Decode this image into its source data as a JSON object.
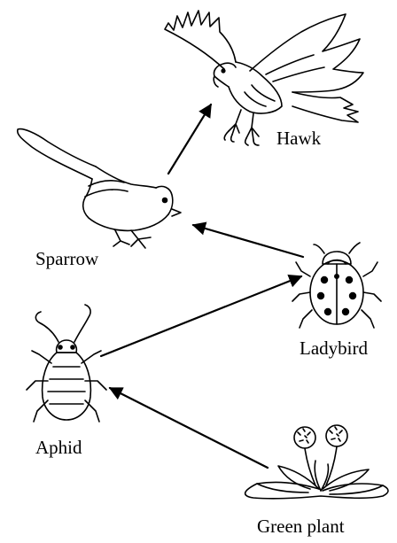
{
  "organisms": [
    {
      "id": "hawk",
      "label": "Hawk",
      "icon": "hawk-icon"
    },
    {
      "id": "sparrow",
      "label": "Sparrow",
      "icon": "sparrow-icon"
    },
    {
      "id": "ladybird",
      "label": "Ladybird",
      "icon": "ladybird-icon"
    },
    {
      "id": "aphid",
      "label": "Aphid",
      "icon": "aphid-icon"
    },
    {
      "id": "green_plant",
      "label": "Green plant",
      "icon": "green-plant-icon"
    }
  ],
  "arrows": [
    {
      "from": "Sparrow",
      "to": "Hawk"
    },
    {
      "from": "Ladybird",
      "to": "Sparrow"
    },
    {
      "from": "Aphid",
      "to": "Ladybird"
    },
    {
      "from": "Green plant",
      "to": "Aphid"
    }
  ],
  "colors": {
    "ink": "#000000",
    "background": "#ffffff"
  }
}
